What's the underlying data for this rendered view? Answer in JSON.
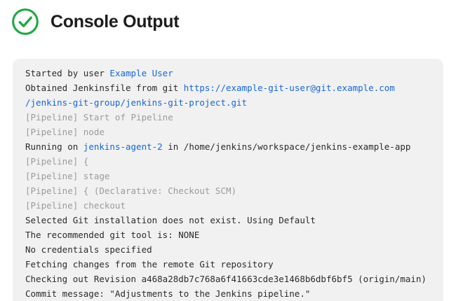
{
  "header": {
    "title": "Console Output",
    "status_icon": "check-circle-icon",
    "status": "success"
  },
  "colors": {
    "success_green": "#22a745",
    "link_blue": "#1766d6",
    "muted_gray": "#9b9b9b",
    "console_background": "#f1f1f1",
    "text_dark": "#2b2b2b",
    "title_dark": "#1d1d1f"
  },
  "console": {
    "lines": [
      {
        "segments": [
          {
            "text": "Started by user ",
            "style": "plain"
          },
          {
            "text": "Example User",
            "style": "link"
          }
        ]
      },
      {
        "segments": [
          {
            "text": "Obtained Jenkinsfile from git ",
            "style": "plain"
          },
          {
            "text": "https://example-git-user@git.example.com",
            "style": "link"
          }
        ]
      },
      {
        "segments": [
          {
            "text": "/jenkins-git-group/jenkins-git-project.git",
            "style": "link"
          }
        ]
      },
      {
        "segments": [
          {
            "text": "[Pipeline] Start of Pipeline",
            "style": "muted"
          }
        ]
      },
      {
        "segments": [
          {
            "text": "[Pipeline] node",
            "style": "muted"
          }
        ]
      },
      {
        "segments": [
          {
            "text": "Running on ",
            "style": "plain"
          },
          {
            "text": "jenkins-agent-2",
            "style": "link"
          },
          {
            "text": " in /home/jenkins/workspace/jenkins-example-app",
            "style": "plain"
          }
        ]
      },
      {
        "segments": [
          {
            "text": "[Pipeline] {",
            "style": "muted"
          }
        ]
      },
      {
        "segments": [
          {
            "text": "[Pipeline] stage",
            "style": "muted"
          }
        ]
      },
      {
        "segments": [
          {
            "text": "[Pipeline] { (Declarative: Checkout SCM)",
            "style": "muted"
          }
        ]
      },
      {
        "segments": [
          {
            "text": "[Pipeline] checkout",
            "style": "muted"
          }
        ]
      },
      {
        "segments": [
          {
            "text": "Selected Git installation does not exist. Using Default",
            "style": "plain"
          }
        ]
      },
      {
        "segments": [
          {
            "text": "The recommended git tool is: NONE",
            "style": "plain"
          }
        ]
      },
      {
        "segments": [
          {
            "text": "No credentials specified",
            "style": "plain"
          }
        ]
      },
      {
        "segments": [
          {
            "text": "Fetching changes from the remote Git repository",
            "style": "plain"
          }
        ]
      },
      {
        "segments": [
          {
            "text": "Checking out Revision a468a28db7c768a6f41663cde3e1468b6dbf6bf5 (origin/main)",
            "style": "plain"
          }
        ]
      },
      {
        "segments": [
          {
            "text": "Commit message: \"Adjustments to the Jenkins pipeline.\"",
            "style": "plain"
          }
        ]
      }
    ]
  }
}
